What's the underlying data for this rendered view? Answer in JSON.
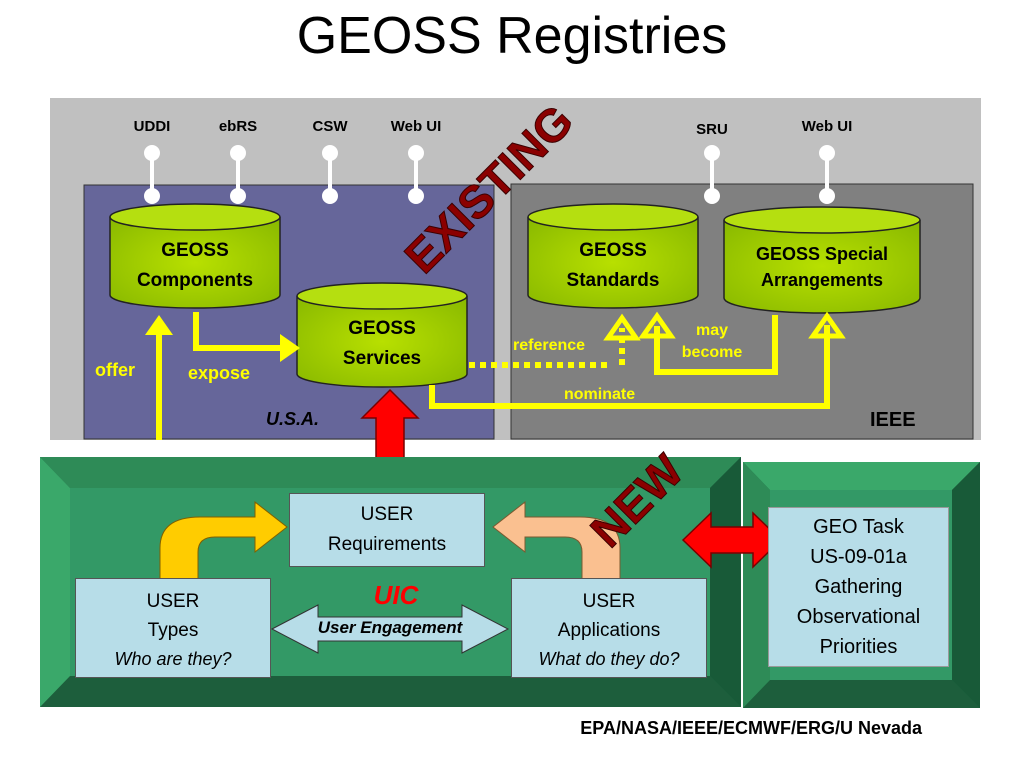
{
  "title": "GEOSS Registries",
  "existing_label": "EXISTING",
  "new_label": "NEW",
  "protocols_left": [
    "UDDI",
    "ebRS",
    "CSW",
    "Web UI"
  ],
  "protocols_right": [
    "SRU",
    "Web UI"
  ],
  "usa_label": "U.S.A.",
  "ieee_label": "IEEE",
  "cylinders": {
    "components": [
      "GEOSS",
      "Components"
    ],
    "services": [
      "GEOSS",
      "Services"
    ],
    "standards": [
      "GEOSS",
      "Standards"
    ],
    "special": [
      "GEOSS Special",
      "Arrangements"
    ]
  },
  "arrow_labels": {
    "offer": "offer",
    "expose": "expose",
    "reference": "reference",
    "may_become": [
      "may",
      "become"
    ],
    "nominate": "nominate"
  },
  "user_boxes": {
    "requirements": [
      "USER",
      "Requirements"
    ],
    "types": [
      "USER",
      "Types",
      "Who are they?"
    ],
    "applications": [
      "USER",
      "Applications",
      "What do they do?"
    ]
  },
  "uic_label": "UIC",
  "engagement_label": "User Engagement",
  "geo_task": [
    "GEO Task",
    "US-09-01a",
    "Gathering",
    "Observational",
    "Priorities"
  ],
  "footer": "EPA/NASA/IEEE/ECMWF/ERG/U Nevada",
  "colors": {
    "gray_panel": "#c0c0c0",
    "usa_panel": "#66669a",
    "ieee_panel": "#808080",
    "cylinder_green": "#99cc00",
    "yellow": "#ffff00",
    "red": "#ff0000",
    "dark_red": "#8b0000",
    "green_frame": "#339966",
    "light_blue": "#b7dde8"
  }
}
